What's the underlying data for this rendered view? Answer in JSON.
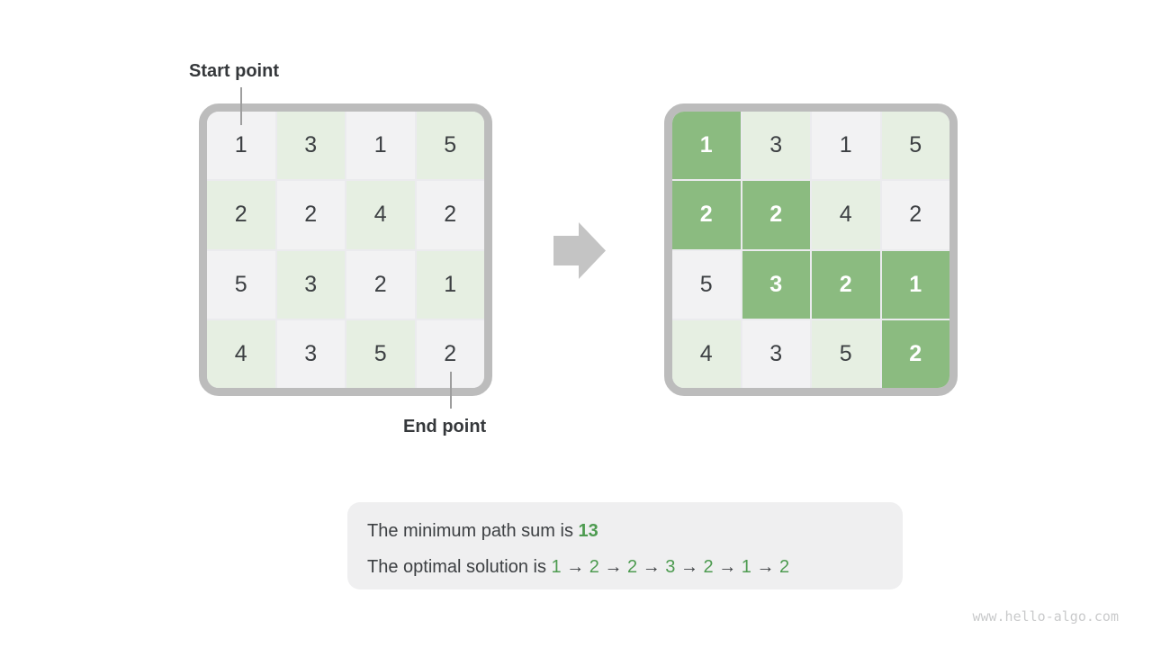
{
  "colors": {
    "path_green": "#8bbb80",
    "cell_green": "#e6efe2",
    "cell_gray": "#f2f2f3",
    "frame_border": "#bcbcbc",
    "cell_gap": "#ebebee",
    "arrow_gray": "#c4c4c4",
    "connector_gray": "#9e9e9e",
    "text_dark": "#3d4043",
    "text_green": "#4d9b50",
    "box_bg": "#efeff0",
    "watermark_gray": "#c9cacb",
    "path_text": "#ffffff"
  },
  "labels": {
    "start": "Start point",
    "end": "End point"
  },
  "icons": {
    "transform_arrow": "right-block-arrow"
  },
  "left_grid": {
    "values": [
      [
        1,
        3,
        1,
        5
      ],
      [
        2,
        2,
        4,
        2
      ],
      [
        5,
        3,
        2,
        1
      ],
      [
        4,
        3,
        5,
        2
      ]
    ]
  },
  "right_grid": {
    "values": [
      [
        1,
        3,
        1,
        5
      ],
      [
        2,
        2,
        4,
        2
      ],
      [
        5,
        3,
        2,
        1
      ],
      [
        4,
        3,
        5,
        2
      ]
    ],
    "path_cells": [
      [
        0,
        0
      ],
      [
        1,
        0
      ],
      [
        1,
        1
      ],
      [
        2,
        1
      ],
      [
        2,
        2
      ],
      [
        2,
        3
      ],
      [
        3,
        3
      ]
    ]
  },
  "result_box": {
    "line1_prefix": "The minimum path sum is ",
    "min_sum": "13",
    "line2_prefix": "The optimal solution is ",
    "solution_path": [
      1,
      2,
      2,
      3,
      2,
      1,
      2
    ],
    "arrow_separator": "→"
  },
  "watermark": "www.hello-algo.com"
}
